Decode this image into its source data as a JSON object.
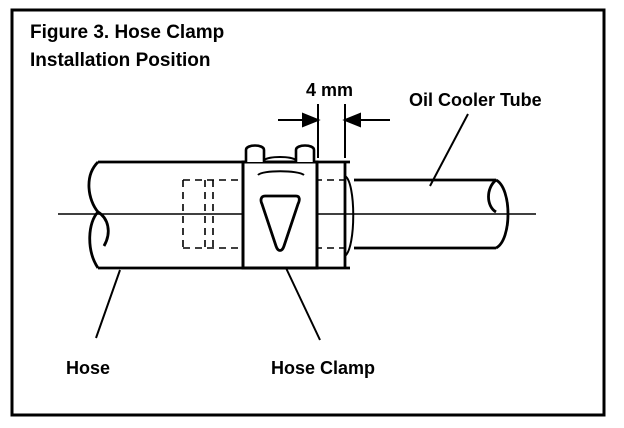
{
  "figure": {
    "title_line1": "Figure 3.  Hose Clamp",
    "title_line2": "Installation Position"
  },
  "labels": {
    "dimension": "4 mm",
    "oil_cooler_tube": "Oil Cooler Tube",
    "hose": "Hose",
    "hose_clamp": "Hose Clamp"
  }
}
